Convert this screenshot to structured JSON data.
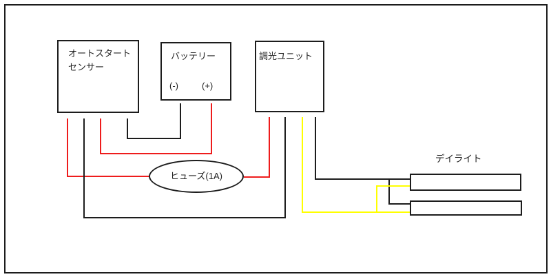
{
  "colors": {
    "wire_red": "#ee1c1c",
    "wire_black": "#1c1c1c",
    "wire_yellow": "#ffff00",
    "outline": "#1c1c1c",
    "canvas_bg": "#ffffff",
    "text": "#222222"
  },
  "components": {
    "sensor": {
      "name_line1": "オートスタート",
      "name_line2": "センサー"
    },
    "battery": {
      "name": "バッテリー",
      "terminal_minus": "(-)",
      "terminal_plus": "(+)"
    },
    "dimmer": {
      "name": "調光ユニット"
    },
    "fuse": {
      "name": "ヒューズ(1A)"
    },
    "daylight": {
      "name": "デイライト"
    }
  },
  "connections": [
    {
      "from": "オートスタートセンサー",
      "to": "ヒューズ(1A)",
      "wire": "red"
    },
    {
      "from": "ヒューズ(1A)",
      "to": "調光ユニット",
      "wire": "red"
    },
    {
      "from": "オートスタートセンサー",
      "to": "バッテリー (+)",
      "wire": "red"
    },
    {
      "from": "オートスタートセンサー",
      "to": "バッテリー (-)",
      "wire": "black"
    },
    {
      "from": "オートスタートセンサー",
      "to": "調光ユニット",
      "wire": "black"
    },
    {
      "from": "調光ユニット",
      "to": "デイライト 上",
      "wire": "black"
    },
    {
      "from": "調光ユニット",
      "to": "デイライト 下",
      "wire": "black"
    },
    {
      "from": "調光ユニット",
      "to": "デイライト 上",
      "wire": "yellow"
    },
    {
      "from": "調光ユニット",
      "to": "デイライト 下",
      "wire": "yellow"
    }
  ]
}
